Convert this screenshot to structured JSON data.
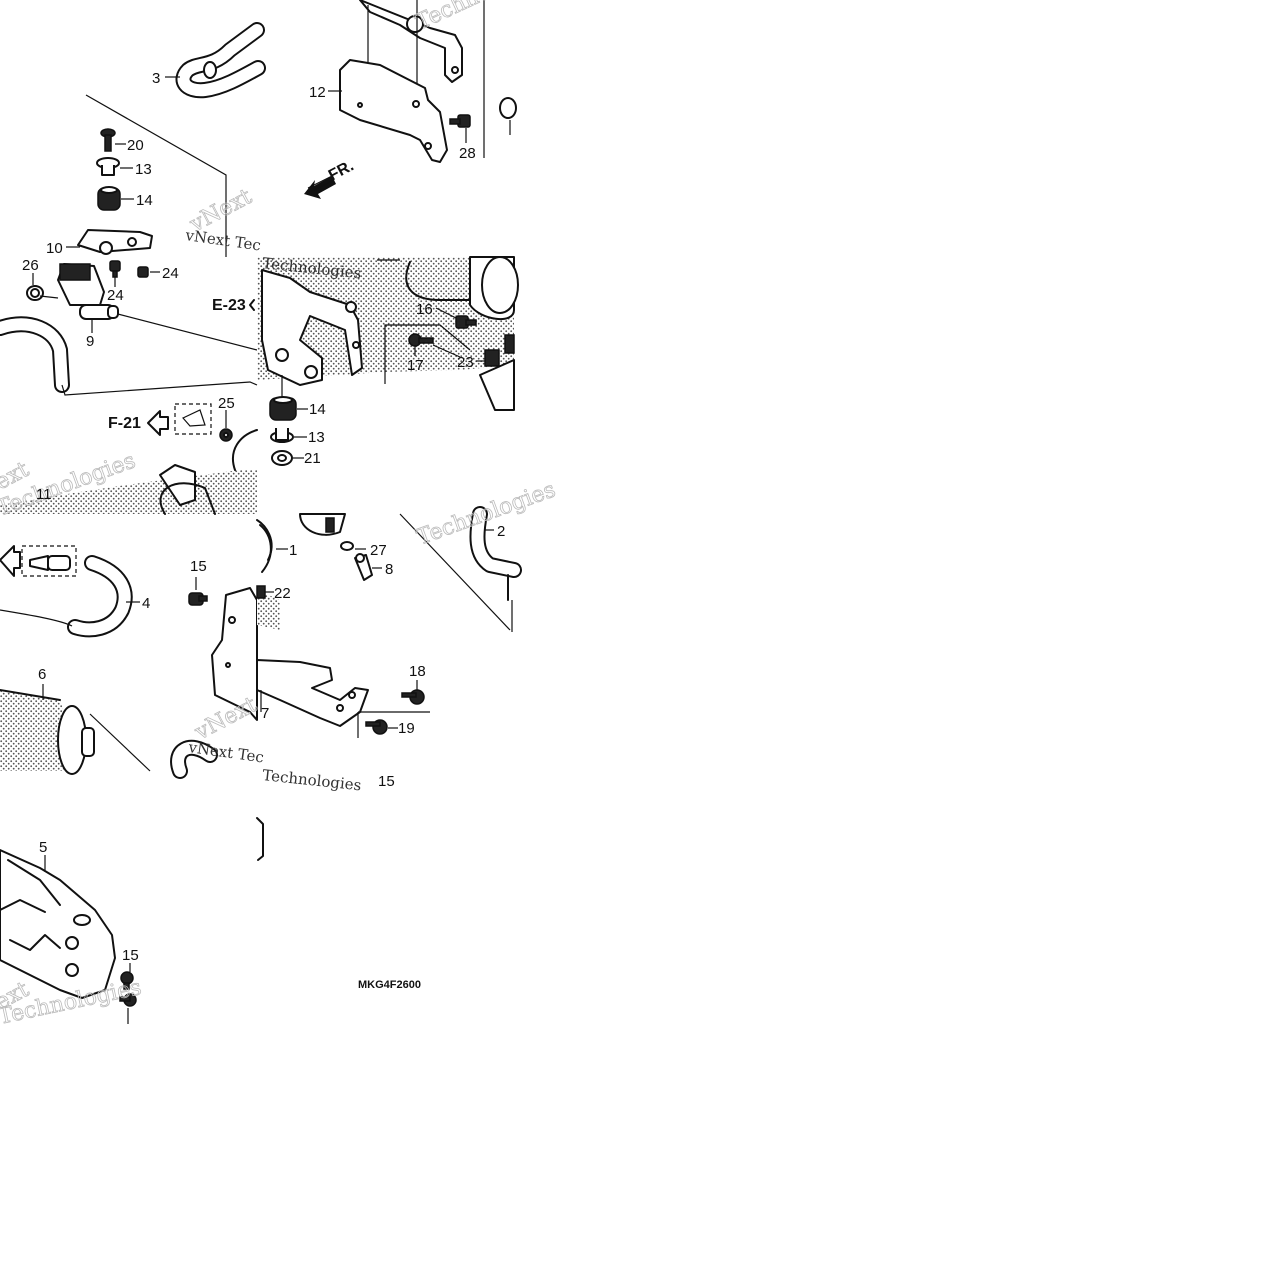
{
  "diagram": {
    "callouts": {
      "c1": "1",
      "c2": "2",
      "c3": "3",
      "c4": "4",
      "c5": "5",
      "c6": "6",
      "c7": "7",
      "c8": "8",
      "c9": "9",
      "c10": "10",
      "c11": "11",
      "c12": "12",
      "c13a": "13",
      "c13b": "13",
      "c14a": "14",
      "c14b": "14",
      "c15a": "15",
      "c15b": "15",
      "c15c": "15",
      "c16": "16",
      "c17": "17",
      "c18": "18",
      "c19": "19",
      "c20": "20",
      "c21": "21",
      "c22": "22",
      "c23": "23",
      "c24a": "24",
      "c24b": "24",
      "c25": "25",
      "c26": "26",
      "c27": "27",
      "c28": "28"
    },
    "refs": {
      "e23": "E-23",
      "f21": "F-21"
    },
    "direction_label": "FR.",
    "diagram_code": "MKG4F2600",
    "watermark_text": "vNext Technologies",
    "watermark_fragments": [
      "Technologies",
      "vNext Tec",
      "vNext Tec",
      "Technologies",
      "Technologies",
      "vNext",
      "Technologies",
      "ext",
      "Technologies"
    ]
  }
}
